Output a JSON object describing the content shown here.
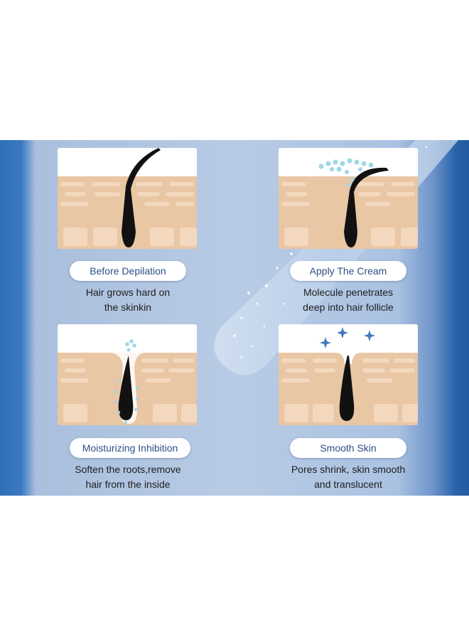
{
  "steps": [
    {
      "title": "Before Depilation",
      "desc_line1": "Hair grows hard on",
      "desc_line2": "the skinkin"
    },
    {
      "title": "Apply The Cream",
      "desc_line1": "Molecule penetrates",
      "desc_line2": "deep into hair follicle"
    },
    {
      "title": "Moisturizing Inhibition",
      "desc_line1": "Soften the roots,remove",
      "desc_line2": "hair from the inside"
    },
    {
      "title": "Smooth Skin",
      "desc_line1": "Pores shrink, skin smooth",
      "desc_line2": "and translucent"
    }
  ],
  "colors": {
    "background_blue": "#2f6fb8",
    "panel_light_blue": "#b8cbe5",
    "skin": "#e9c6a4",
    "skin_cell": "#f3d8be",
    "hair": "#111111",
    "bubble": "#9fd8e6",
    "pill_text": "#2d4f86",
    "sparkle": "#3f7bbd"
  },
  "icons": [
    "hair-strand-icon",
    "bubble-cluster-icon",
    "sparkle-icon"
  ]
}
